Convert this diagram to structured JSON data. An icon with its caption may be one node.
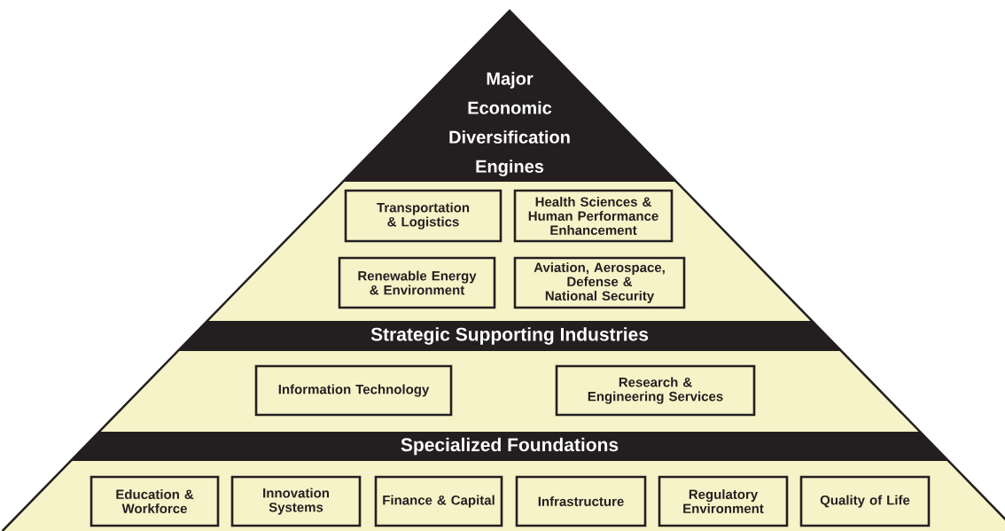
{
  "diagram": {
    "nodes": [
      {
        "text": [
          "Major Economic Diversification Engines"
        ]
      },
      {
        "text": [
          "Transportation & Logistics"
        ]
      },
      {
        "text": [
          "Health Sciences & Human Performance Enhancement"
        ]
      },
      {
        "text": [
          "Renewable Energy & Environment"
        ]
      },
      {
        "text": [
          "Aviation, Aerospace, Defense & National Security"
        ]
      },
      {
        "text": [
          "Strategic Supporting Industries"
        ]
      },
      {
        "text": [
          "Information Technology"
        ]
      },
      {
        "text": [
          "Research & Engineering Services"
        ]
      },
      {
        "text": [
          "Specialized Foundations"
        ]
      },
      {
        "text": [
          "Education & Workforce"
        ]
      },
      {
        "text": [
          "Innovation Systems"
        ]
      },
      {
        "text": [
          "Finance & Capital"
        ]
      },
      {
        "text": [
          "Infrastructure"
        ]
      },
      {
        "text": [
          "Regulatory Environment"
        ]
      },
      {
        "text": [
          "Quality of Life"
        ]
      }
    ]
  }
}
